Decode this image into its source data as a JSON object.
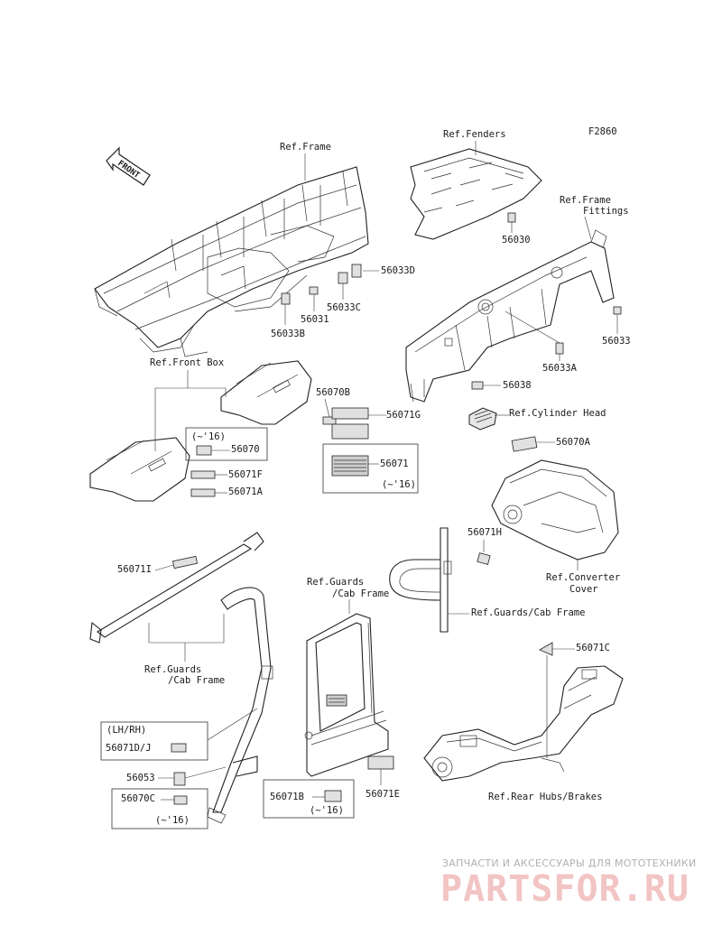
{
  "figure_id": "F2860",
  "front_marker": "FRONT",
  "refs": {
    "frame": "Ref.Frame",
    "fenders": "Ref.Fenders",
    "frame_fittings_1": "Ref.Frame",
    "frame_fittings_2": "Fittings",
    "front_box": "Ref.Front Box",
    "cylinder_head": "Ref.Cylinder Head",
    "converter_cover_1": "Ref.Converter",
    "converter_cover_2": "Cover",
    "guards_cab_right": "Ref.Guards/Cab Frame",
    "guards_left_1": "Ref.Guards",
    "guards_left_2": "/Cab Frame",
    "guards_center_1": "Ref.Guards",
    "guards_center_2": "/Cab Frame",
    "rear_hubs": "Ref.Rear Hubs/Brakes"
  },
  "parts": {
    "p56033D": "56033D",
    "p56033C": "56033C",
    "p56031": "56031",
    "p56033B": "56033B",
    "p56030": "56030",
    "p56033": "56033",
    "p56033A": "56033A",
    "p56070B": "56070B",
    "p56071G": "56071G",
    "p56070": "56070",
    "p56071F": "56071F",
    "p56071A": "56071A",
    "p56071": "56071",
    "p56038": "56038",
    "p56070A": "56070A",
    "p56071H": "56071H",
    "p56071I": "56071I",
    "p56071C": "56071C",
    "p56071DJ": "56071D/J",
    "p56053": "56053",
    "p56070C": "56070C",
    "p56071B": "56071B",
    "p56071E": "56071E"
  },
  "qualifiers": {
    "upto16_a": "(~'16)",
    "upto16_b": "(~'16)",
    "upto16_c": "(~'16)",
    "upto16_d": "(~'16)",
    "lhrh": "(LH/RH)"
  },
  "watermark": {
    "tagline": "ЗАПЧАСТИ И АКСЕССУАРЫ ДЛЯ МОТОТЕХНИКИ",
    "brand": "PARTSFOR.RU"
  }
}
